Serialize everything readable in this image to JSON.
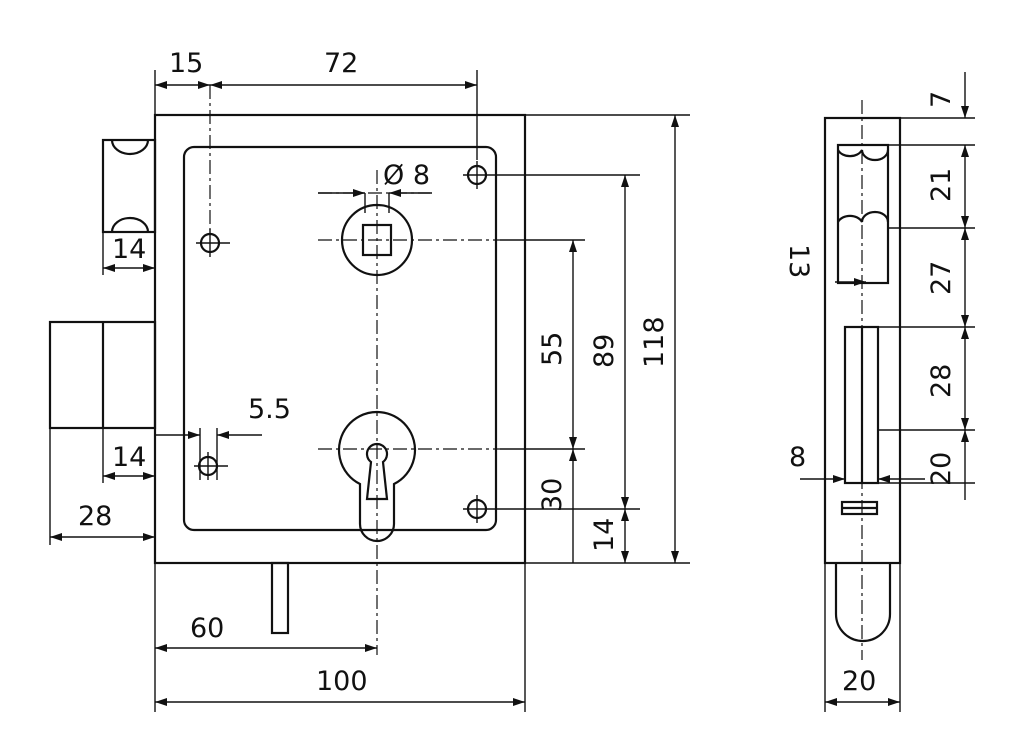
{
  "front_view": {
    "dim_15": "15",
    "dim_72": "72",
    "dim_diameter": "Ø 8",
    "dim_14_top": "14",
    "dim_5_5": "5.5",
    "dim_14_mid": "14",
    "dim_28": "28",
    "dim_60": "60",
    "dim_100": "100",
    "dim_55": "55",
    "dim_89": "89",
    "dim_118": "118",
    "dim_30": "30",
    "dim_14_bottom": "14"
  },
  "side_view": {
    "dim_7": "7",
    "dim_21": "21",
    "dim_13": "13",
    "dim_27": "27",
    "dim_28": "28",
    "dim_8": "8",
    "dim_20_right": "20",
    "dim_20_bottom": "20"
  }
}
